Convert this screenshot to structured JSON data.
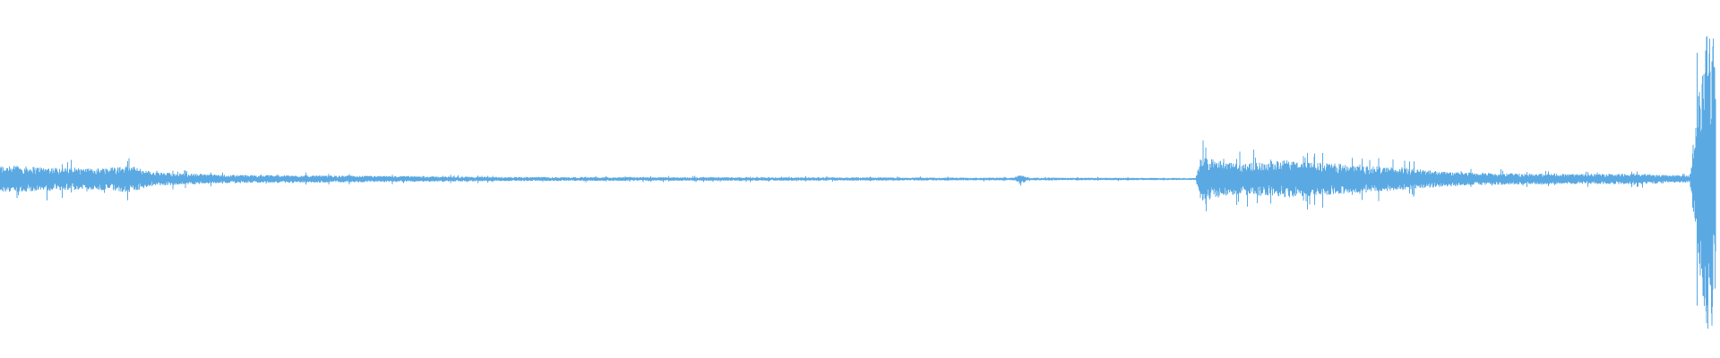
{
  "waveform": {
    "color": "#5aa9e3",
    "background": "#ffffff",
    "amplitude_envelope": [
      {
        "t": 0.0,
        "a": 0.08
      },
      {
        "t": 0.03,
        "a": 0.07
      },
      {
        "t": 0.05,
        "a": 0.06
      },
      {
        "t": 0.075,
        "a": 0.08
      },
      {
        "t": 0.09,
        "a": 0.04
      },
      {
        "t": 0.13,
        "a": 0.025
      },
      {
        "t": 0.2,
        "a": 0.02
      },
      {
        "t": 0.3,
        "a": 0.012
      },
      {
        "t": 0.45,
        "a": 0.01
      },
      {
        "t": 0.59,
        "a": 0.008
      },
      {
        "t": 0.595,
        "a": 0.025
      },
      {
        "t": 0.6,
        "a": 0.008
      },
      {
        "t": 0.697,
        "a": 0.006
      },
      {
        "t": 0.7,
        "a": 0.13
      },
      {
        "t": 0.72,
        "a": 0.09
      },
      {
        "t": 0.75,
        "a": 0.11
      },
      {
        "t": 0.78,
        "a": 0.09
      },
      {
        "t": 0.81,
        "a": 0.07
      },
      {
        "t": 0.85,
        "a": 0.04
      },
      {
        "t": 0.9,
        "a": 0.03
      },
      {
        "t": 0.96,
        "a": 0.03
      },
      {
        "t": 0.985,
        "a": 0.02
      },
      {
        "t": 0.99,
        "a": 0.5
      },
      {
        "t": 0.995,
        "a": 0.98
      },
      {
        "t": 1.0,
        "a": 0.8
      }
    ]
  }
}
